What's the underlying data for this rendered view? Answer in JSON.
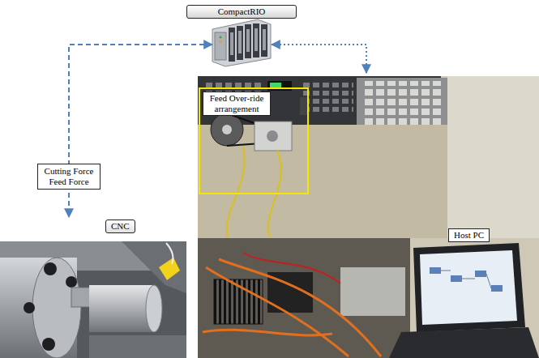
{
  "diagram": {
    "nodes": [
      {
        "text": [
          "CompactRIO"
        ]
      },
      {
        "text": [
          "Feed Over-ride arrangement"
        ]
      },
      {
        "text": [
          "CNC"
        ]
      },
      {
        "text": [
          "Host PC"
        ]
      }
    ],
    "edges": [
      {
        "from": 0,
        "to": 2,
        "label": "Cutting Force Feed Force",
        "arrow": "both"
      }
    ]
  }
}
